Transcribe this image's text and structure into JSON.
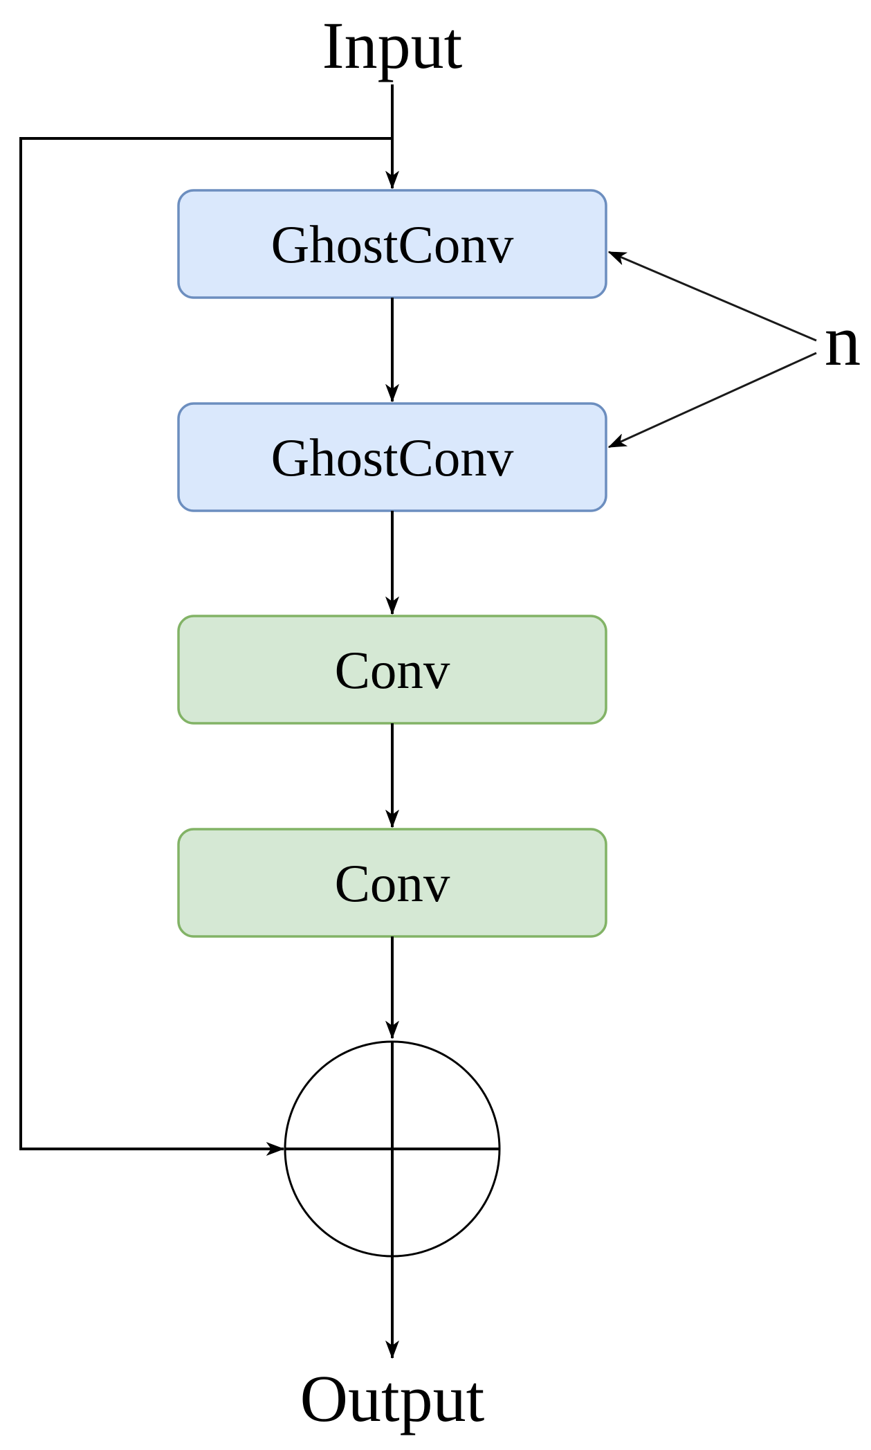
{
  "diagram": {
    "type": "flow-diagram",
    "description": "Ghost bottleneck / residual block architecture diagram",
    "background_color": "#ffffff",
    "line_color": "#000000",
    "input_label": "Input",
    "output_label": "Output",
    "repeat_annotation": {
      "label": "n",
      "meaning": "repeat count pointing to both GhostConv blocks"
    },
    "blocks": [
      {
        "label": "GhostConv",
        "fill": "#dae8fc",
        "stroke": "#6c8ebf"
      },
      {
        "label": "GhostConv",
        "fill": "#dae8fc",
        "stroke": "#6c8ebf"
      },
      {
        "label": "Conv",
        "fill": "#d5e8d4",
        "stroke": "#82b366"
      },
      {
        "label": "Conv",
        "fill": "#d5e8d4",
        "stroke": "#82b366"
      }
    ],
    "operator": {
      "symbol": "⊕",
      "name": "add",
      "meaning": "element-wise addition of skip connection and main path"
    },
    "palette": {
      "blue_fill": "#dae8fc",
      "blue_stroke": "#6c8ebf",
      "green_fill": "#d5e8d4",
      "green_stroke": "#82b366"
    }
  }
}
